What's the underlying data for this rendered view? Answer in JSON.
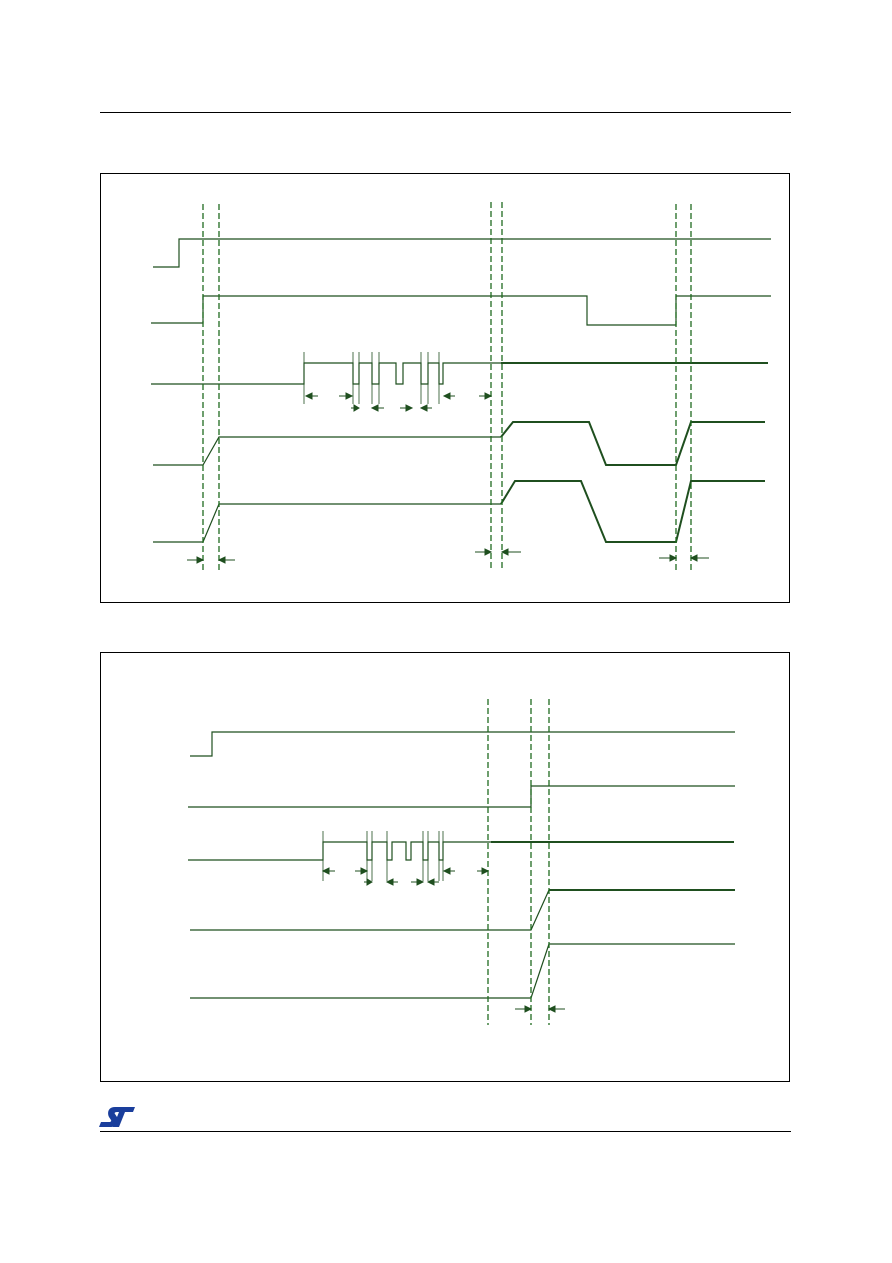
{
  "page": {
    "header_rule": true,
    "footer_rule": true
  },
  "logo": {
    "name": "st-logo",
    "text": "ST",
    "color": "#1a3e9c"
  },
  "diagram_style": {
    "signal_color": "#1f4f1f",
    "marker_color": "#1f6b1f",
    "border_color": "#000000"
  },
  "figures": [
    {
      "name": "timing-diagram-1",
      "signals": 5,
      "dashed_marker_pairs": 3
    },
    {
      "name": "timing-diagram-2",
      "signals": 5,
      "dashed_marker_pairs": 1
    }
  ]
}
